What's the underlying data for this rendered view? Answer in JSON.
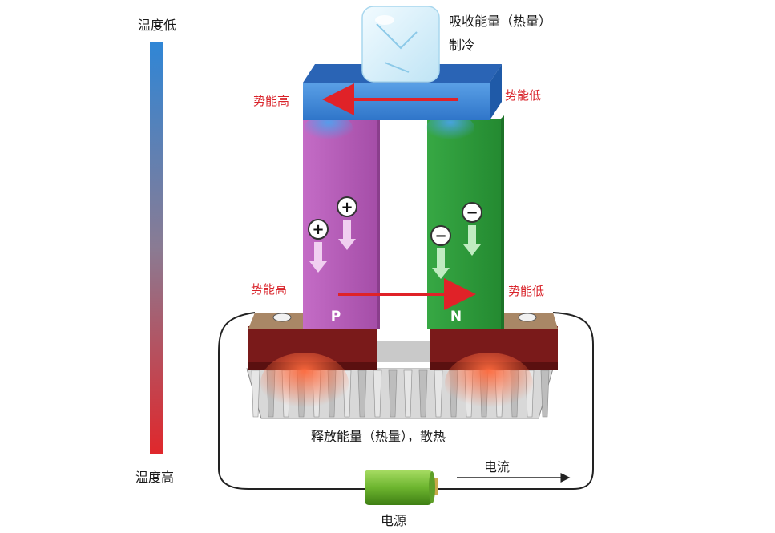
{
  "scale": {
    "top_label": "温度低",
    "bottom_label": "温度高",
    "top_color": "#2f86d6",
    "bottom_color": "#e0272b"
  },
  "labels": {
    "absorb_line1": "吸收能量（热量）",
    "absorb_line2": "制冷",
    "potential_high_top": "势能高",
    "potential_low_top": "势能低",
    "potential_high_bottom": "势能高",
    "potential_low_bottom": "势能低",
    "release": "释放能量（热量），散热",
    "current": "电流",
    "power": "电源"
  },
  "legs": {
    "p_label": "P",
    "n_label": "N",
    "p_color": "#b35bb5",
    "n_color": "#2e9a3b",
    "p_charge": "+",
    "n_charge": "−"
  },
  "colors": {
    "cold_plate": "#3f86d6",
    "hot_plate": "#7a1a1a",
    "arrow": "#e02228",
    "battery": "#7dc23e"
  }
}
